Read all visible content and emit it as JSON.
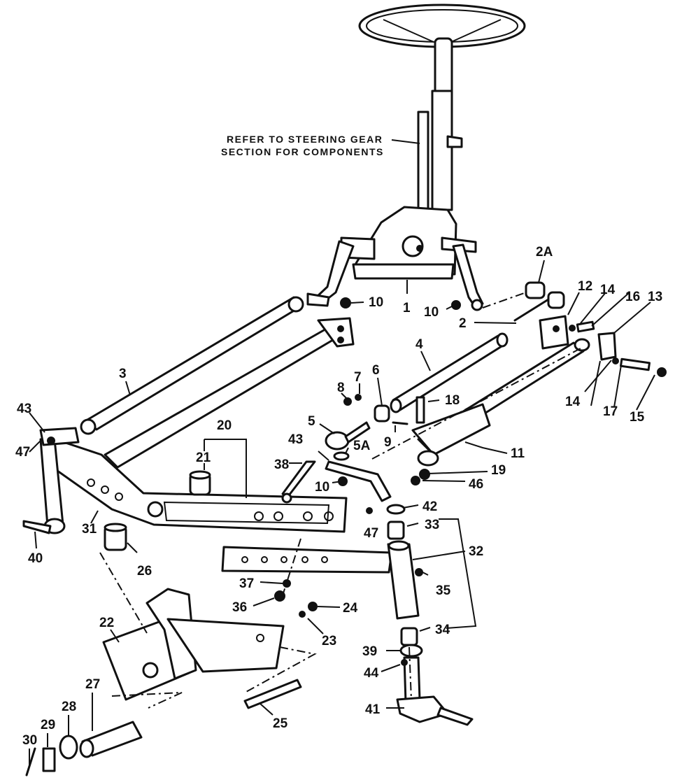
{
  "note": {
    "line1": "REFER TO STEERING GEAR",
    "line2": "SECTION FOR COMPONENTS"
  },
  "callouts": {
    "c1": "1",
    "c2": "2",
    "c2a": "2A",
    "c3": "3",
    "c4": "4",
    "c5": "5",
    "c5a": "5A",
    "c6": "6",
    "c7": "7",
    "c8": "8",
    "c9": "9",
    "c10a": "10",
    "c10b": "10",
    "c10c": "10",
    "c11": "11",
    "c12": "12",
    "c13": "13",
    "c14a": "14",
    "c14b": "14",
    "c15": "15",
    "c16": "16",
    "c17": "17",
    "c18": "18",
    "c19": "19",
    "c20": "20",
    "c21": "21",
    "c22": "22",
    "c23": "23",
    "c24": "24",
    "c25": "25",
    "c26": "26",
    "c27": "27",
    "c28": "28",
    "c29": "29",
    "c30": "30",
    "c31": "31",
    "c32": "32",
    "c33": "33",
    "c34": "34",
    "c35": "35",
    "c36": "36",
    "c37": "37",
    "c38": "38",
    "c39": "39",
    "c40": "40",
    "c41": "41",
    "c42": "42",
    "c43a": "43",
    "c43b": "43",
    "c44": "44",
    "c46": "46",
    "c47a": "47",
    "c47b": "47"
  }
}
